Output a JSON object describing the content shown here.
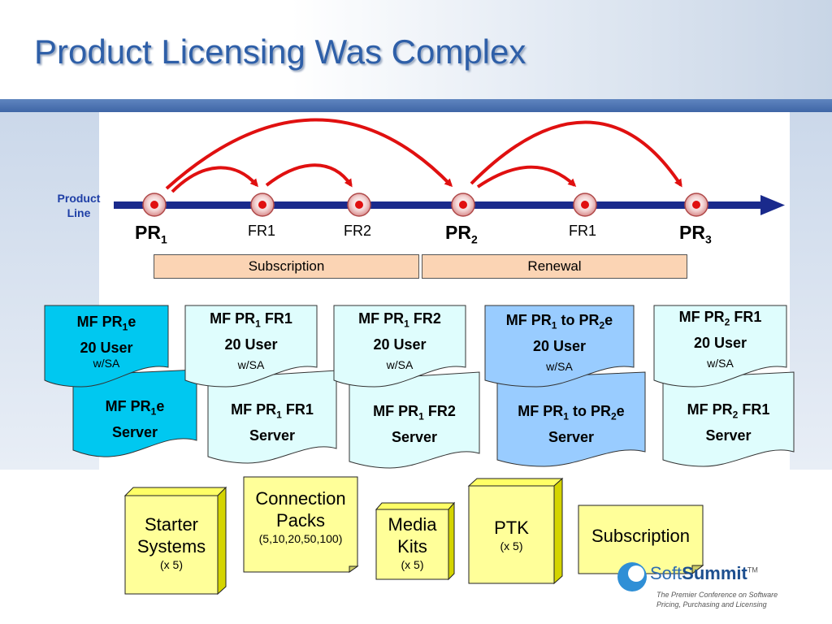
{
  "title": "Product Licensing Was Complex",
  "timeline": {
    "product_line_label": "Product Line",
    "milestones": [
      {
        "main": "PR",
        "sub": "1"
      },
      {
        "text": "FR1"
      },
      {
        "text": "FR2"
      },
      {
        "main": "PR",
        "sub": "2"
      },
      {
        "text": "FR1"
      },
      {
        "main": "PR",
        "sub": "3"
      }
    ]
  },
  "periods": [
    "Subscription",
    "Renewal"
  ],
  "user_cards": [
    {
      "a": "MF PR",
      "sub": "1",
      "b": "e",
      "line2": "20 User",
      "line3": "w/SA"
    },
    {
      "a": "MF PR",
      "sub": "1",
      "b": " FR1",
      "line2": "20 User",
      "line3": "w/SA"
    },
    {
      "a": "MF PR",
      "sub": "1",
      "b": " FR2",
      "line2": "20 User",
      "line3": "w/SA"
    },
    {
      "a": "MF PR",
      "sub": "1",
      "b": " to PR",
      "sub2": "2",
      "c": "e",
      "line2": "20 User",
      "line3": "w/SA"
    },
    {
      "a": "MF PR",
      "sub": "2",
      "b": " FR1",
      "line2": "20 User",
      "line3": "w/SA"
    }
  ],
  "server_cards": [
    {
      "a": "MF PR",
      "sub": "1",
      "b": "e",
      "line2": "Server"
    },
    {
      "a": "MF PR",
      "sub": "1",
      "b": " FR1",
      "line2": "Server"
    },
    {
      "a": "MF PR",
      "sub": "1",
      "b": " FR2",
      "line2": "Server"
    },
    {
      "a": "MF PR",
      "sub": "1",
      "b": " to PR",
      "sub2": "2",
      "c": "e",
      "line2": "Server"
    },
    {
      "a": "MF PR",
      "sub": "2",
      "b": " FR1",
      "line2": "Server"
    }
  ],
  "products": {
    "starter": {
      "line1": "Starter",
      "line2": "Systems",
      "note": "(x 5)"
    },
    "connection": {
      "line1": "Connection",
      "line2": "Packs",
      "note": "(5,10,20,50,100)"
    },
    "media": {
      "line1": "Media",
      "line2": "Kits",
      "note": "(x 5)"
    },
    "ptk": {
      "line1": "PTK",
      "note": "(x 5)"
    },
    "subscription": {
      "label": "Subscription"
    }
  },
  "logo": {
    "word_light": "Soft",
    "word_bold": "Summit",
    "tm": "TM",
    "tagline1": "The Premier Conference on Software",
    "tagline2": "Pricing, Purchasing and Licensing"
  },
  "colors": {
    "title": "#2e5fa8",
    "timeline": "#1a2a8c",
    "arrow": "#e01010",
    "card_cyan": "#00c8f0",
    "card_light": "#dffdfd",
    "card_blue": "#99ccff",
    "box_yellow": "#ffff99",
    "period_bar": "#fbd4b4"
  }
}
